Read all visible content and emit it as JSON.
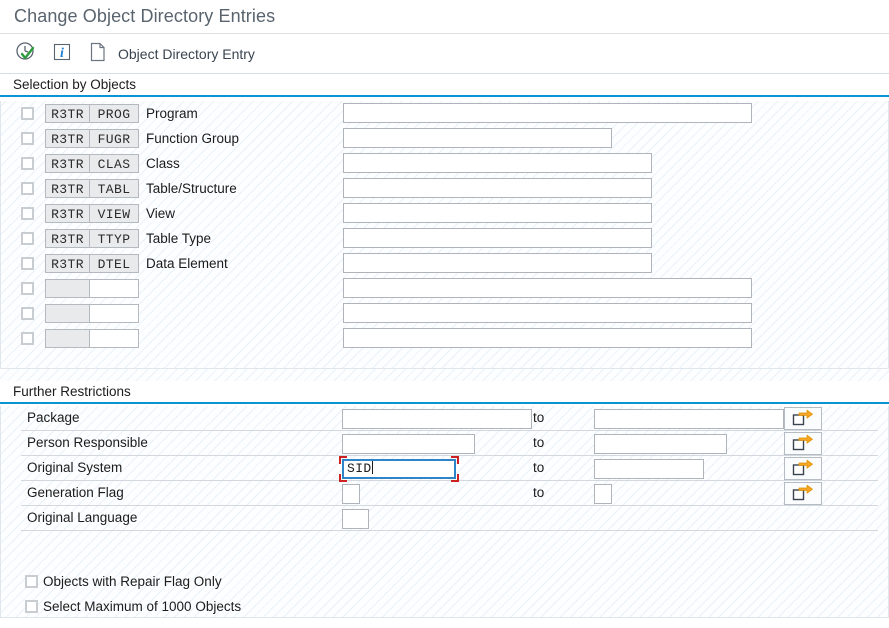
{
  "window": {
    "title": "Change Object Directory Entries"
  },
  "toolbar": {
    "items": [
      {
        "icon": "clock-check-icon",
        "label": ""
      },
      {
        "icon": "info-icon",
        "label": ""
      },
      {
        "icon": "document-icon",
        "label": "Object Directory Entry"
      }
    ],
    "document_label": "Object Directory Entry"
  },
  "selection_panel": {
    "title": "Selection by Objects",
    "rows": [
      {
        "checked": false,
        "type": "R3TR",
        "object": "PROG",
        "label": "Program",
        "value": "",
        "input_width": 409
      },
      {
        "checked": false,
        "type": "R3TR",
        "object": "FUGR",
        "label": "Function Group",
        "value": "",
        "input_width": 269
      },
      {
        "checked": false,
        "type": "R3TR",
        "object": "CLAS",
        "label": "Class",
        "value": "",
        "input_width": 309
      },
      {
        "checked": false,
        "type": "R3TR",
        "object": "TABL",
        "label": "Table/Structure",
        "value": "",
        "input_width": 309
      },
      {
        "checked": false,
        "type": "R3TR",
        "object": "VIEW",
        "label": "View",
        "value": "",
        "input_width": 309
      },
      {
        "checked": false,
        "type": "R3TR",
        "object": "TTYP",
        "label": "Table Type",
        "value": "",
        "input_width": 309
      },
      {
        "checked": false,
        "type": "R3TR",
        "object": "DTEL",
        "label": "Data Element",
        "value": "",
        "input_width": 309
      },
      {
        "checked": false,
        "type": "",
        "object": "",
        "label": "",
        "value": "",
        "input_width": 409
      },
      {
        "checked": false,
        "type": "",
        "object": "",
        "label": "",
        "value": "",
        "input_width": 409
      },
      {
        "checked": false,
        "type": "",
        "object": "",
        "label": "",
        "value": "",
        "input_width": 409
      }
    ]
  },
  "restrictions_panel": {
    "title": "Further Restrictions",
    "to_label": "to",
    "rows": [
      {
        "label": "Package",
        "from_value": "",
        "from_width": 190,
        "has_to": true,
        "to_value": "",
        "to_width": 190,
        "has_arrow": true,
        "arrow_icon": "multiple-selection-icon",
        "focused": false,
        "required": false
      },
      {
        "label": "Person Responsible",
        "from_value": "",
        "from_width": 133,
        "has_to": true,
        "to_value": "",
        "to_width": 133,
        "has_arrow": true,
        "arrow_icon": "multiple-selection-icon",
        "focused": false,
        "required": false
      },
      {
        "label": "Original System",
        "from_value": "SID",
        "from_width": 114,
        "has_to": true,
        "to_value": "",
        "to_width": 110,
        "has_arrow": true,
        "arrow_icon": "multiple-selection-icon",
        "focused": true,
        "required": true
      },
      {
        "label": "Generation Flag",
        "from_value": "",
        "from_width": 18,
        "has_to": true,
        "to_value": "",
        "to_width": 18,
        "has_arrow": true,
        "arrow_icon": "multiple-selection-icon",
        "focused": false,
        "required": false
      },
      {
        "label": "Original Language",
        "from_value": "",
        "from_width": 27,
        "has_to": false,
        "to_value": "",
        "to_width": 0,
        "has_arrow": false,
        "arrow_icon": "",
        "focused": false,
        "required": false
      }
    ],
    "checkboxes": [
      {
        "label": "Objects with Repair Flag Only",
        "checked": false
      },
      {
        "label": "Select Maximum of 1000 Objects",
        "checked": false
      }
    ]
  },
  "colors": {
    "accent": "#0a94d6",
    "title_text": "#5a646e",
    "field_border": "#aeb4ba",
    "focus_border": "#2f84c8",
    "required_marker": "#cc2222",
    "arrow_orange": "#f5a623",
    "code_bg": "#e9eaec"
  }
}
